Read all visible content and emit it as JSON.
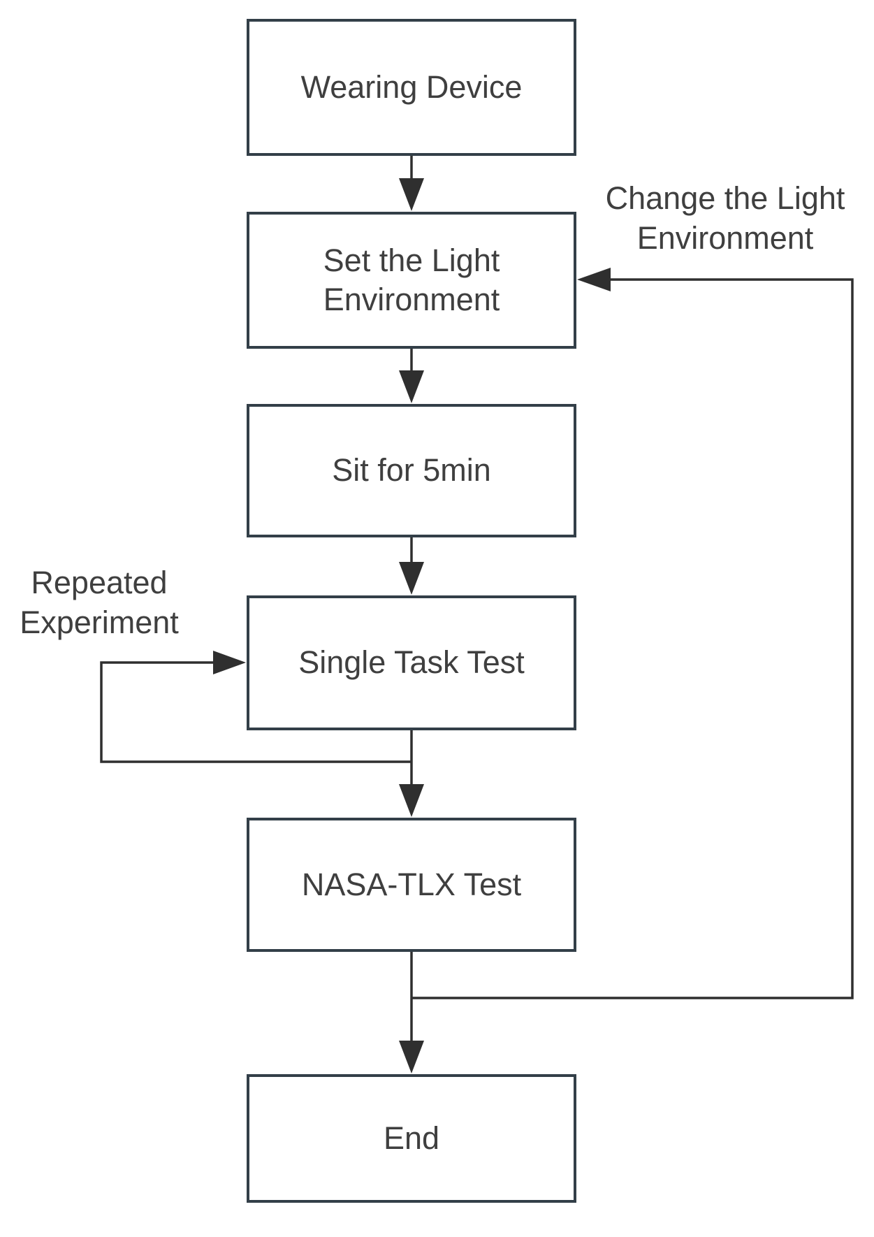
{
  "diagram": {
    "type": "flowchart",
    "background_color": "#ffffff",
    "node_border_color": "#333f48",
    "line_color": "#2f2f2f",
    "text_color": "#3f3f3f",
    "nodes": [
      {
        "id": "wearing-device",
        "label": "Wearing Device"
      },
      {
        "id": "set-light-environment",
        "label": "Set the Light Environment"
      },
      {
        "id": "sit-for-5min",
        "label": "Sit for 5min"
      },
      {
        "id": "single-task-test",
        "label": "Single Task Test"
      },
      {
        "id": "nasa-tlx-test",
        "label": "NASA-TLX Test"
      },
      {
        "id": "end",
        "label": "End"
      }
    ],
    "annotations": [
      {
        "id": "repeated-experiment",
        "text": "Repeated\nExperiment"
      },
      {
        "id": "change-light-environment",
        "text": "Change the Light\nEnvironment"
      }
    ],
    "edges": [
      {
        "from": "wearing-device",
        "to": "set-light-environment"
      },
      {
        "from": "set-light-environment",
        "to": "sit-for-5min"
      },
      {
        "from": "sit-for-5min",
        "to": "single-task-test"
      },
      {
        "from": "single-task-test",
        "to": "nasa-tlx-test"
      },
      {
        "from": "nasa-tlx-test",
        "to": "end"
      },
      {
        "from": "single-task-test",
        "to": "single-task-test",
        "label": "Repeated Experiment",
        "side": "left-loop"
      },
      {
        "from": "nasa-tlx-test",
        "to": "set-light-environment",
        "label": "Change the Light Environment",
        "side": "right-loop"
      }
    ]
  }
}
